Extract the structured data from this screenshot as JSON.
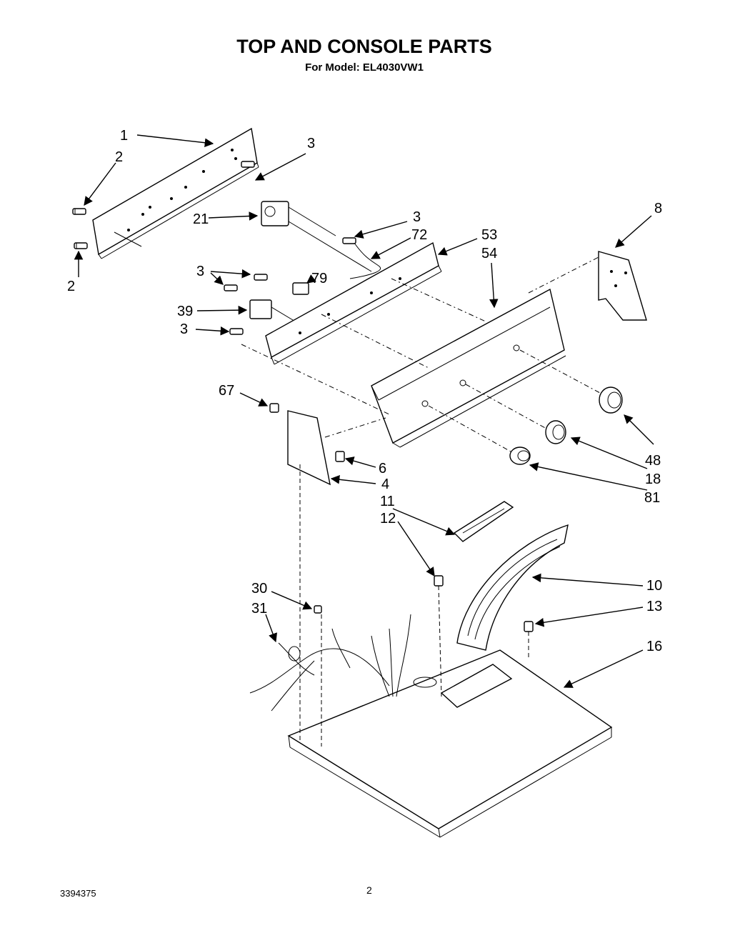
{
  "header": {
    "title": "TOP AND CONSOLE PARTS",
    "model_line": "For Model: EL4030VW1"
  },
  "footer": {
    "doc_number": "3394375",
    "page_number": "2"
  },
  "callouts": {
    "c1": "1",
    "c2a": "2",
    "c2b": "2",
    "c3a": "3",
    "c3b": "3",
    "c3c": "3",
    "c3d": "3",
    "c21": "21",
    "c72": "72",
    "c53": "53",
    "c54": "54",
    "c79": "79",
    "c39": "39",
    "c8": "8",
    "c67": "67",
    "c6": "6",
    "c4": "4",
    "c48": "48",
    "c18": "18",
    "c81": "81",
    "c11": "11",
    "c12": "12",
    "c10": "10",
    "c13": "13",
    "c30": "30",
    "c31": "31",
    "c16": "16"
  }
}
